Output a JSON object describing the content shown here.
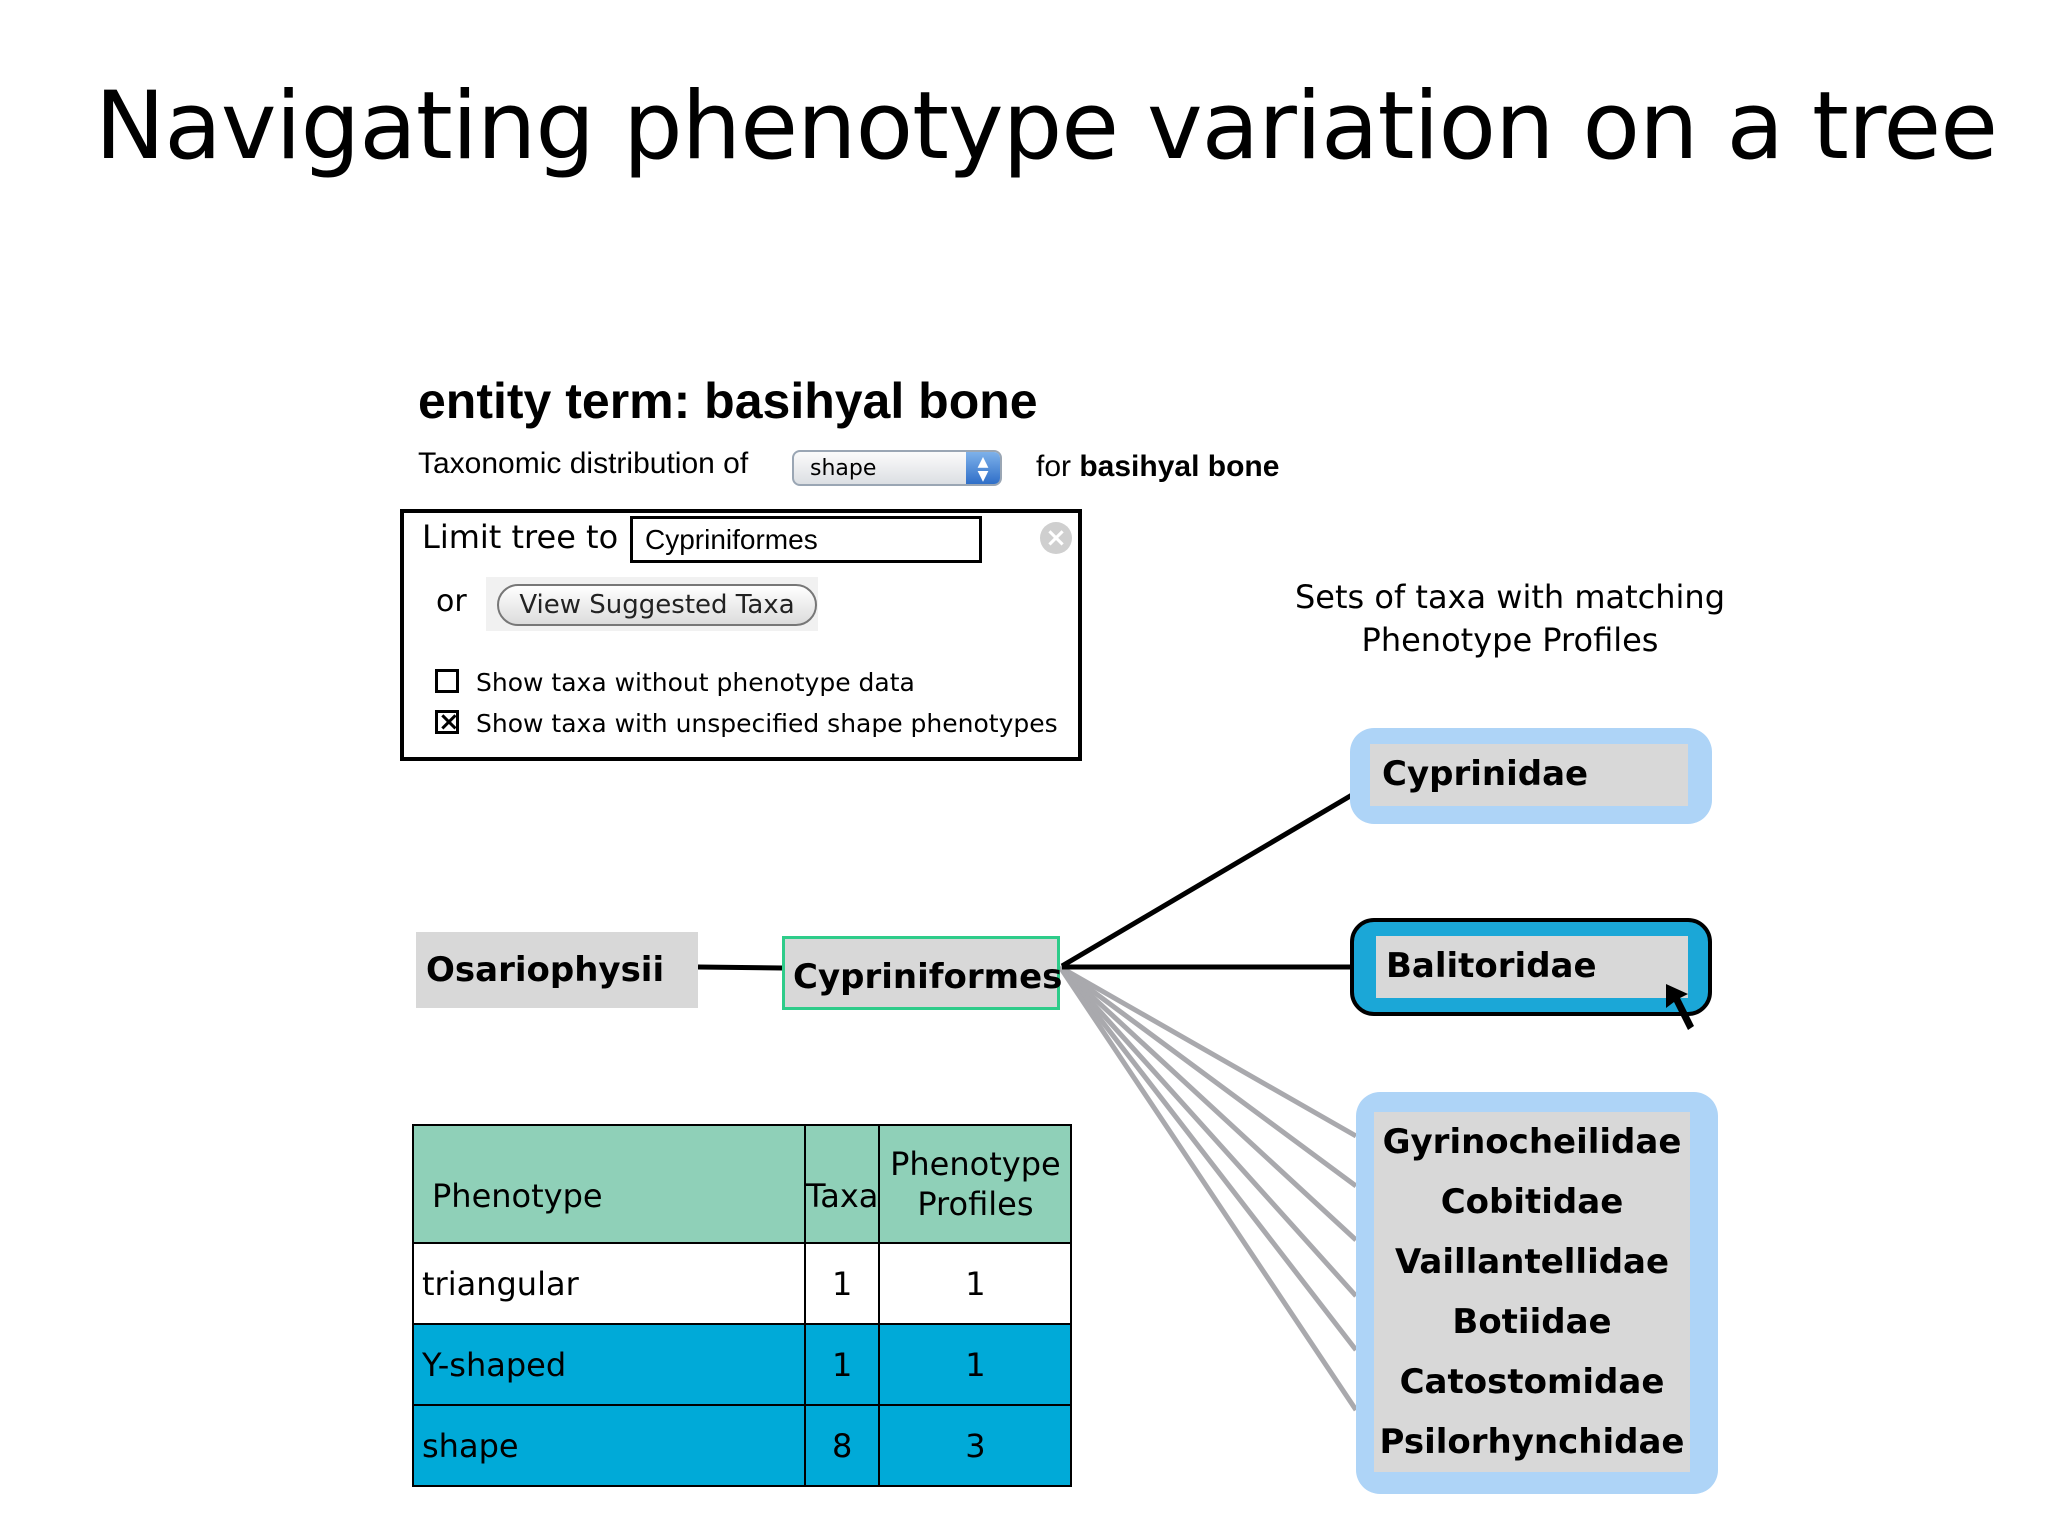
{
  "slide": {
    "title": "Navigating phenotype variation on a tree"
  },
  "entity": {
    "heading": "entity term: basihyal bone"
  },
  "distribution": {
    "prefix": "Taxonomic distribution of",
    "selected": "shape",
    "for_text": "for",
    "for_entity": "basihyal bone"
  },
  "limit": {
    "label": "Limit tree to",
    "value": "Cypriniformes",
    "or_label": "or",
    "suggest_button": "View Suggested Taxa",
    "checkboxes": [
      {
        "label": "Show taxa without phenotype data",
        "checked": false
      },
      {
        "label": "Show taxa with unspecified shape phenotypes",
        "checked": true
      }
    ]
  },
  "sets_caption": {
    "line1": "Sets of taxa with matching",
    "line2": "Phenotype Profiles"
  },
  "tree": {
    "root": "Osariophysii",
    "current": "Cypriniformes",
    "group1": [
      "Cyprinidae"
    ],
    "group2": [
      "Balitoridae"
    ],
    "group3": [
      "Gyrinocheilidae",
      "Cobitidae",
      "Vaillantellidae",
      "Botiidae",
      "Catostomidae",
      "Psilorhynchidae"
    ]
  },
  "table": {
    "headers": {
      "phenotype": "Phenotype",
      "taxa": "Taxa",
      "profiles_line1": "Phenotype",
      "profiles_line2": "Profiles"
    },
    "rows": [
      {
        "phenotype": "triangular",
        "taxa": "1",
        "profiles": "1",
        "highlighted": false
      },
      {
        "phenotype": "Y-shaped",
        "taxa": "1",
        "profiles": "1",
        "highlighted": true
      },
      {
        "phenotype": "shape",
        "taxa": "8",
        "profiles": "3",
        "highlighted": true
      }
    ]
  },
  "colors": {
    "header_green": "#8fd0b8",
    "highlight_blue": "#00aad8",
    "group_light_blue": "#aed4f7",
    "current_node_border": "#2ecc8a"
  }
}
